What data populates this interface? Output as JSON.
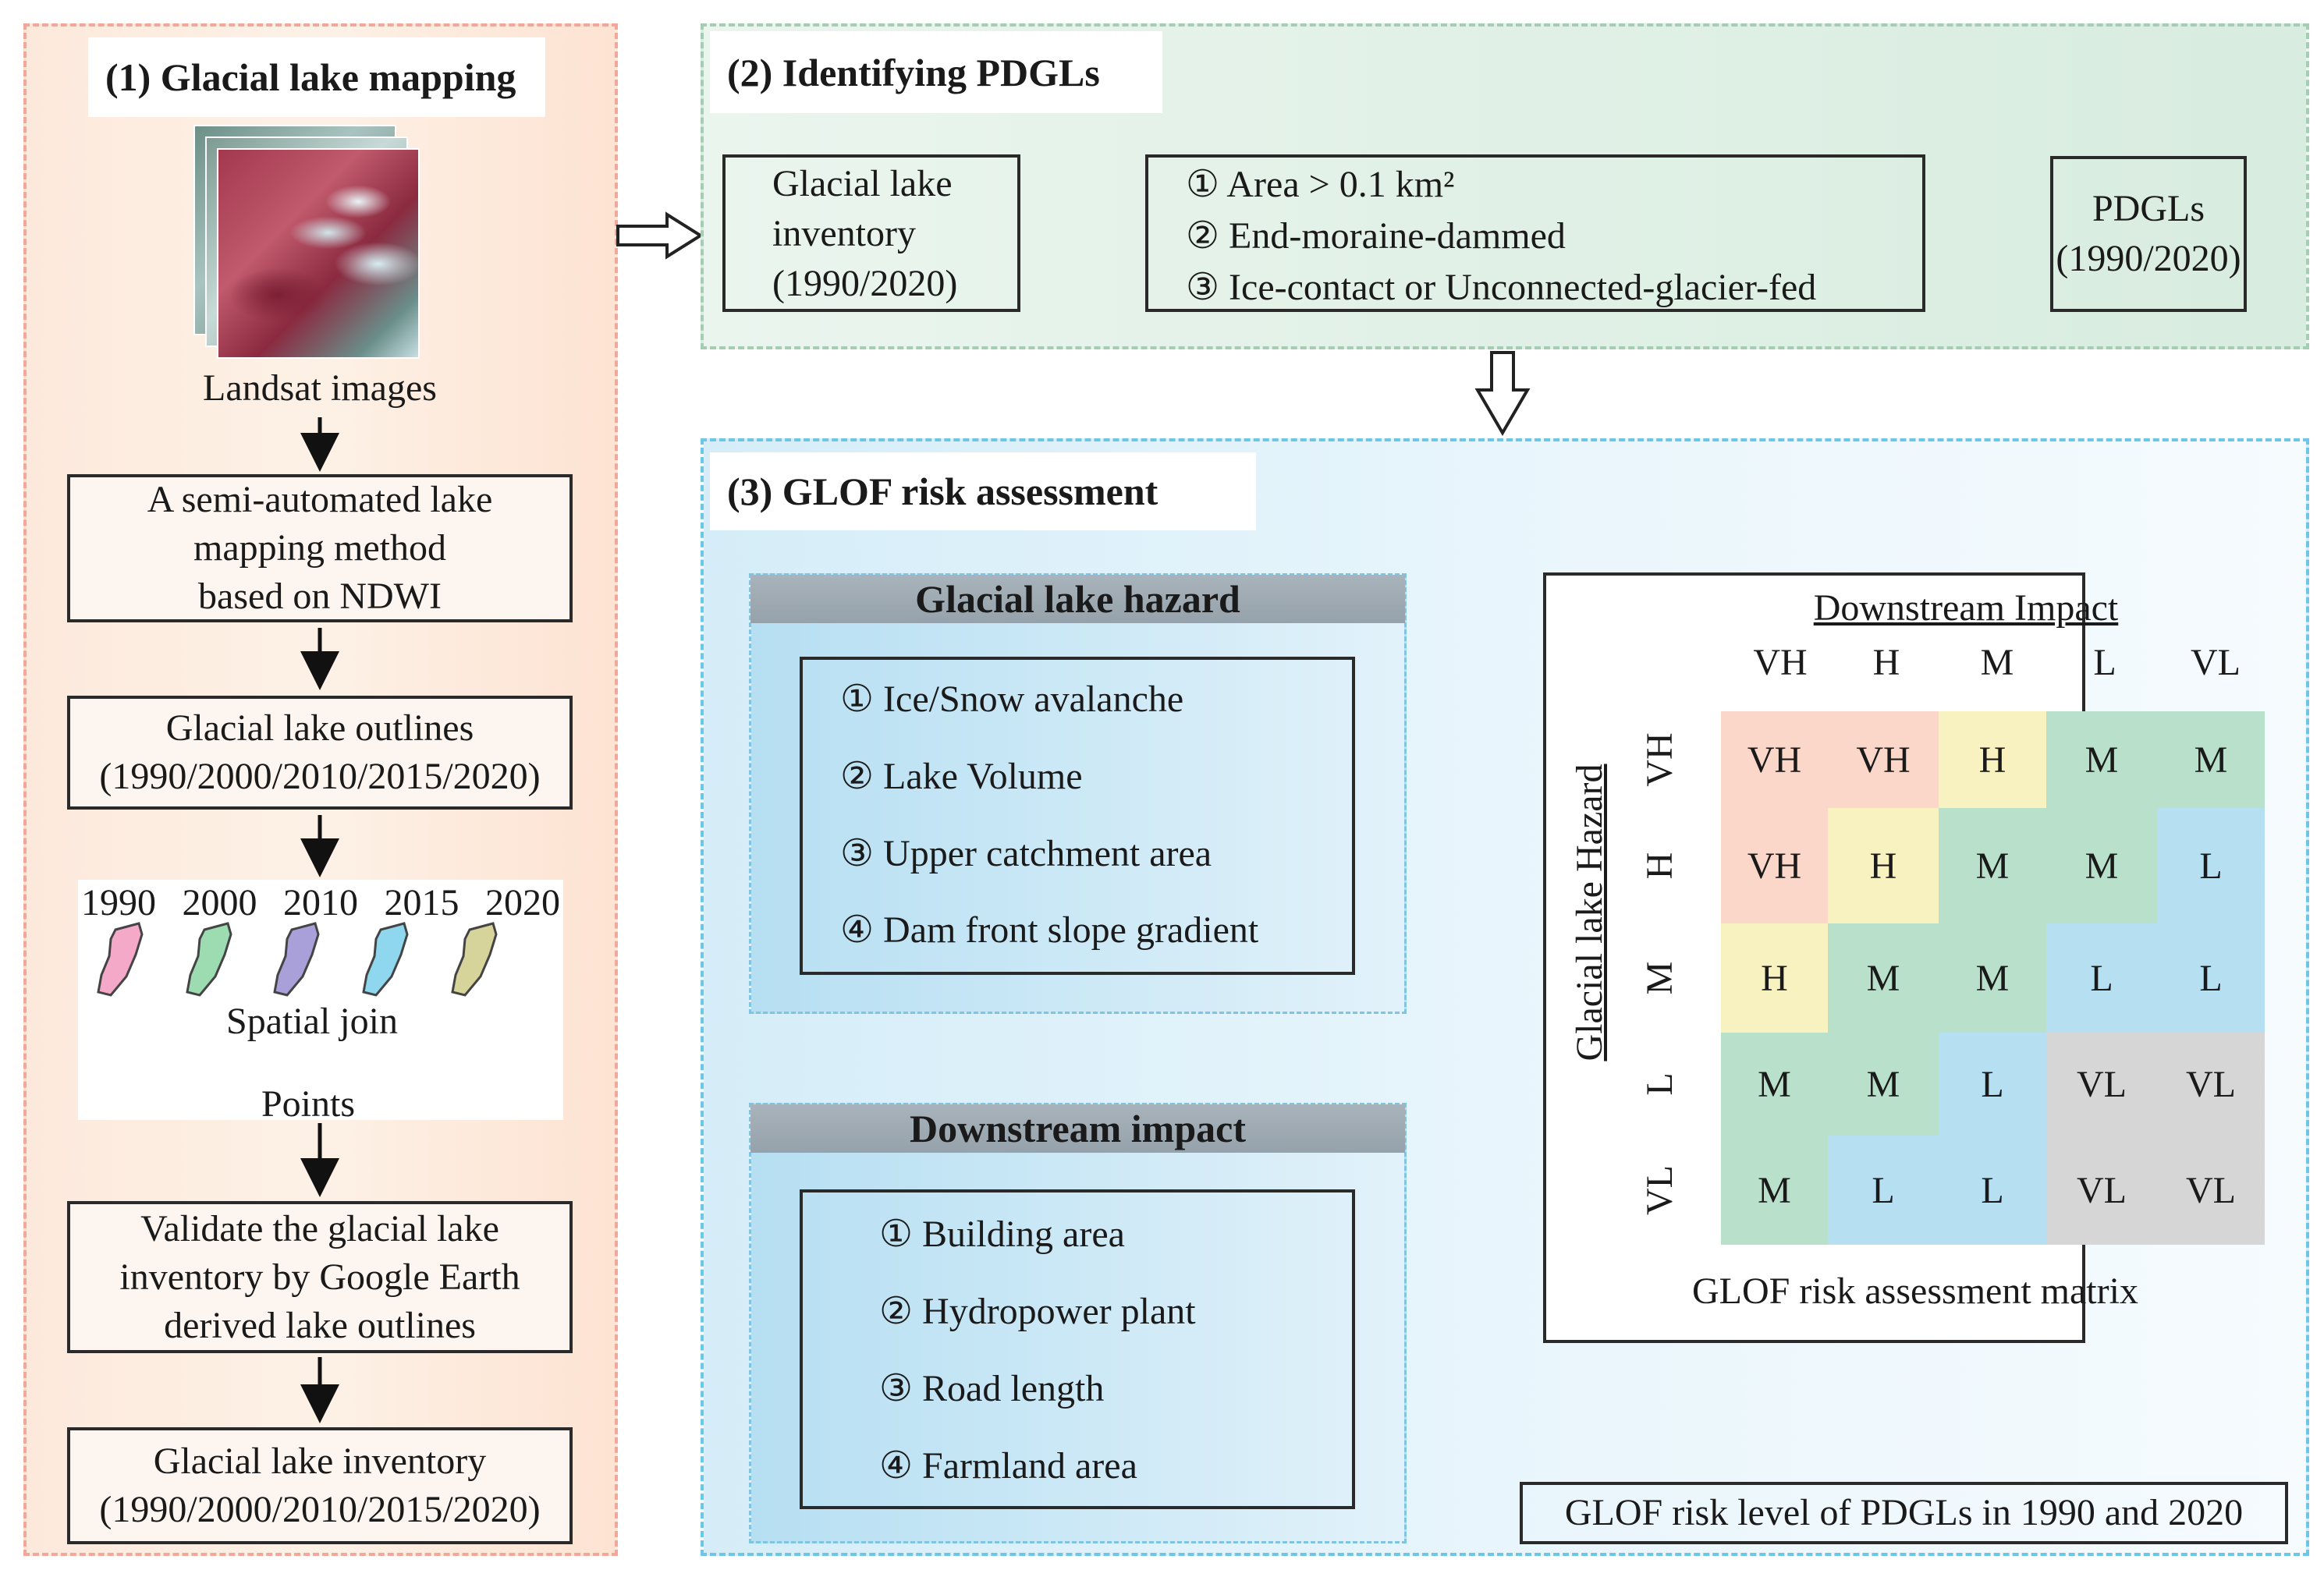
{
  "panel1": {
    "title": "(1) Glacial lake mapping",
    "landsat_label": "Landsat images",
    "method_box": [
      "A semi-automated lake",
      "mapping method",
      "based on NDWI"
    ],
    "outlines_box": [
      "Glacial lake outlines",
      "(1990/2000/2010/2015/2020)"
    ],
    "years": [
      "1990",
      "2000",
      "2010",
      "2015",
      "2020"
    ],
    "year_colors": [
      "#f4a9c8",
      "#9ddcb0",
      "#a9a0d9",
      "#8fd6ef",
      "#d7d49b"
    ],
    "spatial_join": "Spatial join",
    "points": "Points",
    "validate_box": [
      "Validate the glacial lake",
      "inventory by Google Earth",
      "derived lake outlines"
    ],
    "inventory_box": [
      "Glacial lake inventory",
      "(1990/2000/2010/2015/2020)"
    ]
  },
  "panel2": {
    "title": "(2) Identifying PDGLs",
    "inventory_box": [
      "Glacial lake",
      "inventory",
      "(1990/2020)"
    ],
    "criteria": [
      "① Area > 0.1 km²",
      "② End-moraine-dammed",
      "③ Ice-contact or Unconnected-glacier-fed"
    ],
    "pdgls_box": [
      "PDGLs",
      "(1990/2020)"
    ]
  },
  "panel3": {
    "title": "(3) GLOF risk assessment",
    "hazard": {
      "header": "Glacial lake hazard",
      "items": [
        "① Ice/Snow avalanche",
        "② Lake Volume",
        "③ Upper catchment area",
        "④ Dam front slope gradient"
      ]
    },
    "impact": {
      "header": "Downstream impact",
      "items": [
        "① Building area",
        "② Hydropower plant",
        "③ Road length",
        "④ Farmland area"
      ]
    },
    "matrix": {
      "col_title": "Downstream Impact",
      "row_title": "Glacial lake Hazard",
      "cols": [
        "VH",
        "H",
        "M",
        "L",
        "VL"
      ],
      "rows": [
        "VH",
        "H",
        "M",
        "L",
        "VL"
      ],
      "cells": [
        [
          "VH",
          "VH",
          "H",
          "M",
          "M"
        ],
        [
          "VH",
          "H",
          "M",
          "M",
          "L"
        ],
        [
          "H",
          "M",
          "M",
          "L",
          "L"
        ],
        [
          "M",
          "M",
          "L",
          "VL",
          "VL"
        ],
        [
          "M",
          "L",
          "L",
          "VL",
          "VL"
        ]
      ],
      "level_colors": {
        "VH": "#fbd7c9",
        "H": "#f8f1c0",
        "M": "#b9e0cb",
        "L": "#b6e0f2",
        "VL": "#d6d6d6"
      },
      "caption": "GLOF risk assessment matrix"
    },
    "result": "GLOF risk level of PDGLs in 1990 and 2020"
  }
}
